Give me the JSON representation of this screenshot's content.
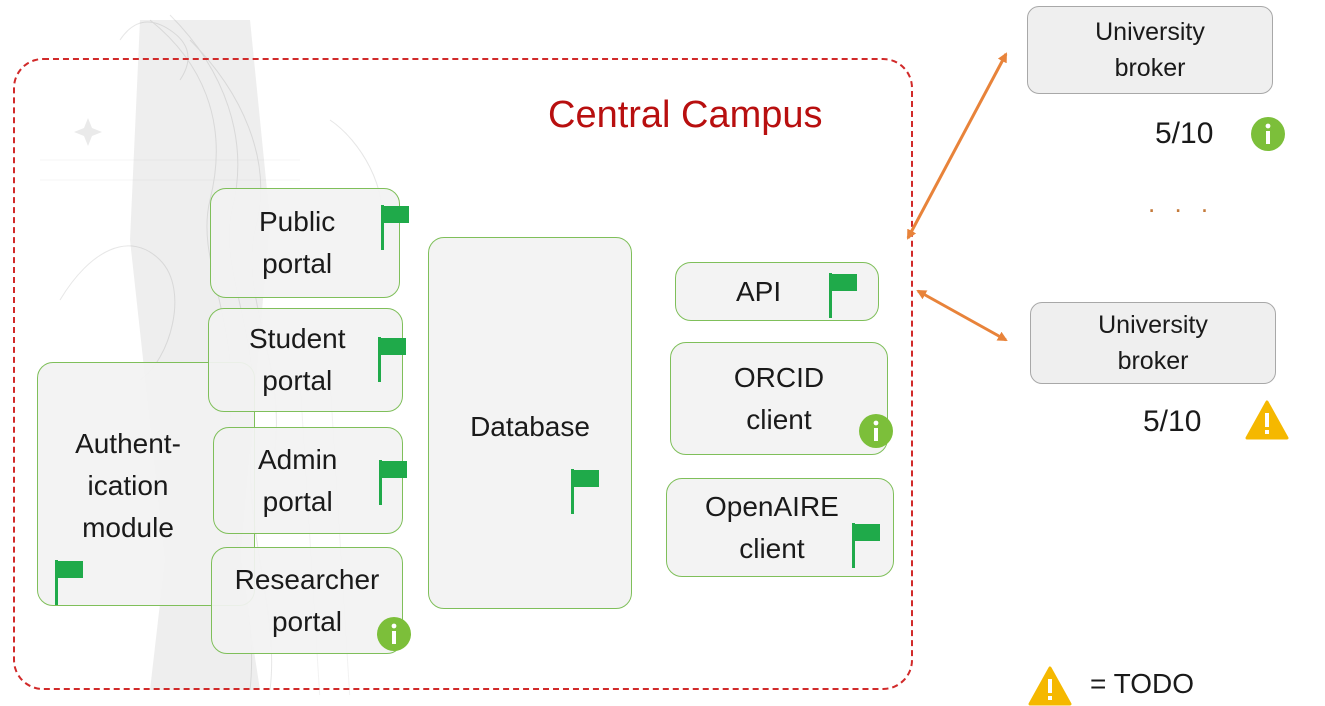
{
  "campus": {
    "title": "Central Campus"
  },
  "modules": {
    "authentication": {
      "label": "Authent-\nication\nmodule"
    },
    "public_portal": {
      "label": "Public\nportal"
    },
    "student_portal": {
      "label": "Student\nportal"
    },
    "admin_portal": {
      "label": "Admin\nportal"
    },
    "researcher_portal": {
      "label": "Researcher\nportal"
    },
    "database": {
      "label": "Database"
    },
    "api": {
      "label": "API"
    },
    "orcid_client": {
      "label": "ORCID\nclient"
    },
    "openaire_client": {
      "label": "OpenAIRE\nclient"
    }
  },
  "brokers": [
    {
      "label": "University\nbroker",
      "score": "5/10",
      "status_icon": "info-icon"
    },
    {
      "label": "University\nbroker",
      "score": "5/10",
      "status_icon": "warning-icon"
    }
  ],
  "ellipsis": ". . .",
  "legend": {
    "todo_text": "= TODO",
    "icon": "warning-icon"
  },
  "colors": {
    "campus_border": "#d12a2a",
    "campus_title": "#b80f0f",
    "module_border": "#7fbf5a",
    "flag_green": "#1faa4a",
    "info_green": "#7cbf3a",
    "warning_yellow": "#f5b800",
    "arrow_orange": "#e8833a"
  }
}
